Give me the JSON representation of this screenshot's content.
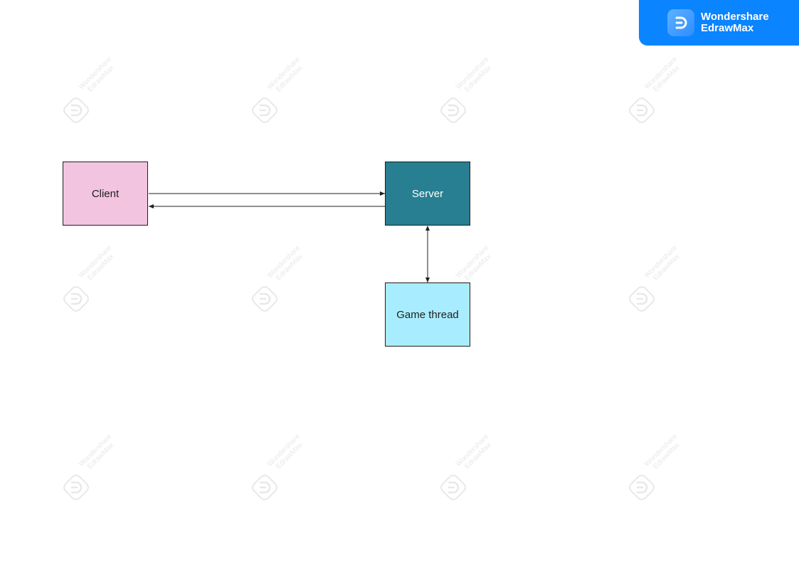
{
  "brand": {
    "line1": "Wondershare",
    "line2": "EdrawMax",
    "color": "#0a84ff"
  },
  "watermark": {
    "line1": "Wondershare",
    "line2": "EdrawMax"
  },
  "nodes": {
    "client": {
      "label": "Client",
      "fill": "#f2c4df",
      "text_color": "#1f1f1f"
    },
    "server": {
      "label": "Server",
      "fill": "#277f91",
      "text_color": "#ffffff"
    },
    "game_thread": {
      "label": "Game thread",
      "fill": "#a8edff",
      "text_color": "#1f1f1f"
    }
  },
  "edges": [
    {
      "from": "client",
      "to": "server"
    },
    {
      "from": "server",
      "to": "client"
    },
    {
      "from": "server",
      "to": "game_thread",
      "bidirectional": true
    }
  ]
}
